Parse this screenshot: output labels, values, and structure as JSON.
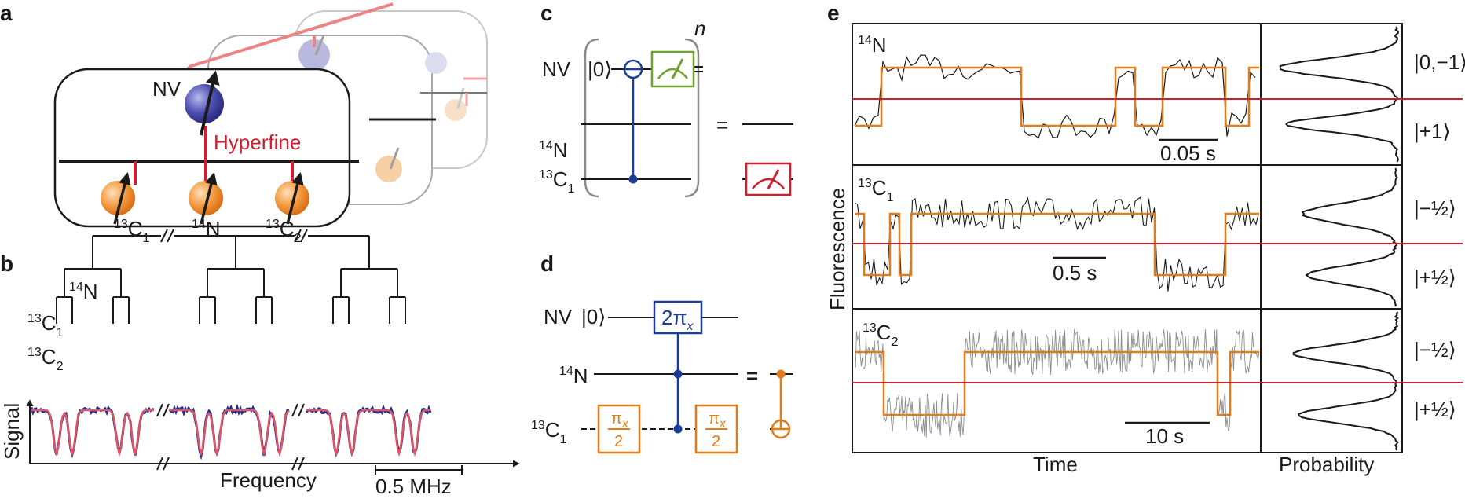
{
  "colors": {
    "hyperfine": "#cc1f2f",
    "orange": "#e07b1a",
    "nv_blue": "#3c3f9a",
    "gate_blue": "#1c3d95",
    "meas_green": "#6fa22a",
    "signal_blue": "#1d2f8f",
    "fit_red": "#e05560",
    "grey_trace": "#8d8d8d"
  },
  "panel_a": {
    "letter": "a",
    "nv_label": "NV",
    "hyperfine_label": "Hyperfine",
    "c1_sup": "13",
    "c1_base": "C",
    "c1_sub": "1",
    "n_sup": "14",
    "n_base": "N",
    "c2_sup": "13",
    "c2_base": "C",
    "c2_sub": "2"
  },
  "panel_b": {
    "letter": "b",
    "n_sup": "14",
    "n_base": "N",
    "c1_sup": "13",
    "c1_base": "C",
    "c1_sub": "1",
    "c2_sup": "13",
    "c2_base": "C",
    "c2_sub": "2",
    "ylabel": "Signal",
    "xlabel": "Frequency",
    "scalebar": "0.5 MHz"
  },
  "panel_c": {
    "letter": "c",
    "repeat": "n",
    "nv_label": "NV",
    "ket0": "|0⟩",
    "n_sup": "14",
    "n_base": "N",
    "c1_sup": "13",
    "c1_base": "C",
    "c1_sub": "1",
    "equals": "="
  },
  "panel_d": {
    "letter": "d",
    "nv_label": "NV",
    "ket0": "|0⟩",
    "gate_2pi": "2π",
    "gate_x": "x",
    "n_sup": "14",
    "n_base": "N",
    "c1_sup": "13",
    "c1_base": "C",
    "c1_sub": "1",
    "half_pi_num": "π",
    "half_pi_x": "x",
    "half_pi_den": "2",
    "equals": "="
  },
  "panel_e": {
    "letter": "e",
    "ylabel": "Fluorescence",
    "xlabel_time": "Time",
    "xlabel_prob": "Probability",
    "rows": [
      {
        "sup": "14",
        "base": "N",
        "sub": "",
        "scalebar": "0.05 s",
        "state_top": "|0,−1⟩",
        "state_bottom": "|+1⟩"
      },
      {
        "sup": "13",
        "base": "C",
        "sub": "1",
        "scalebar": "0.5 s",
        "state_top": "|−½⟩",
        "state_bottom": "|+½⟩"
      },
      {
        "sup": "13",
        "base": "C",
        "sub": "2",
        "scalebar": "10 s",
        "state_top": "|−½⟩",
        "state_bottom": "|+½⟩"
      }
    ]
  }
}
